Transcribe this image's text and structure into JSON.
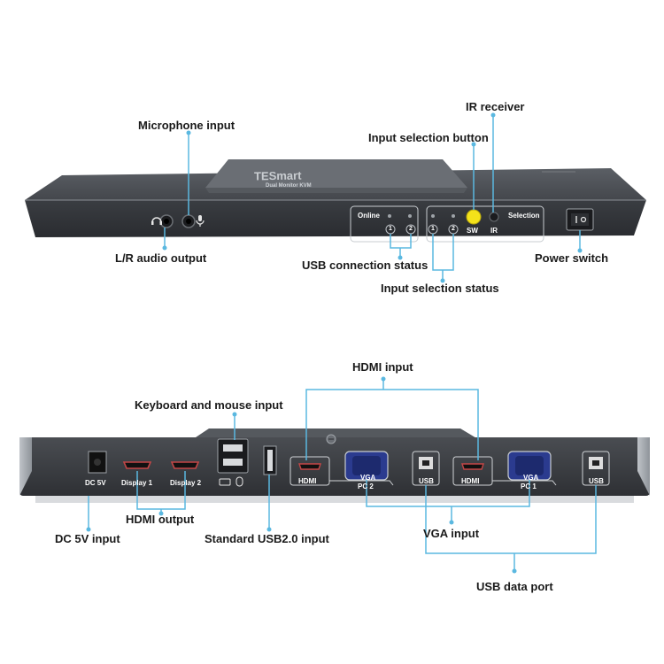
{
  "front_panel": {
    "brand": "TESmart",
    "model_strip": "Dual Monitor KVM",
    "online_label": "Online",
    "selection_label": "Selection",
    "sw_label": "SW",
    "ir_label": "IR",
    "led_numbers": [
      "1",
      "2",
      "1",
      "2"
    ]
  },
  "rear_panel": {
    "dc_label": "DC 5V",
    "display1_label": "Display 1",
    "display2_label": "Display 2",
    "hdmi_label_1": "HDMI",
    "hdmi_label_2": "HDMI",
    "vga_pc2_label_line1": "VGA",
    "vga_pc2_label_line2": "PC 2",
    "vga_pc1_label_line1": "VGA",
    "vga_pc1_label_line2": "PC 1",
    "usb_label_1": "USB",
    "usb_label_2": "USB"
  },
  "callouts": {
    "microphone_input": "Microphone input",
    "ir_receiver": "IR receiver",
    "input_selection_button": "Input selection button",
    "lr_audio_output": "L/R audio output",
    "usb_connection_status": "USB connection status",
    "input_selection_status": "Input selection status",
    "power_switch": "Power switch",
    "hdmi_input": "HDMI input",
    "keyboard_mouse_input": "Keyboard and mouse input",
    "hdmi_output": "HDMI output",
    "dc_5v_input": "DC 5V input",
    "standard_usb": "Standard USB2.0 input",
    "vga_input": "VGA input",
    "usb_data_port": "USB data port"
  },
  "colors": {
    "callout_line": "#5ab8e0",
    "sw_button": "#f4e21a",
    "device_body": "#3f4247"
  }
}
